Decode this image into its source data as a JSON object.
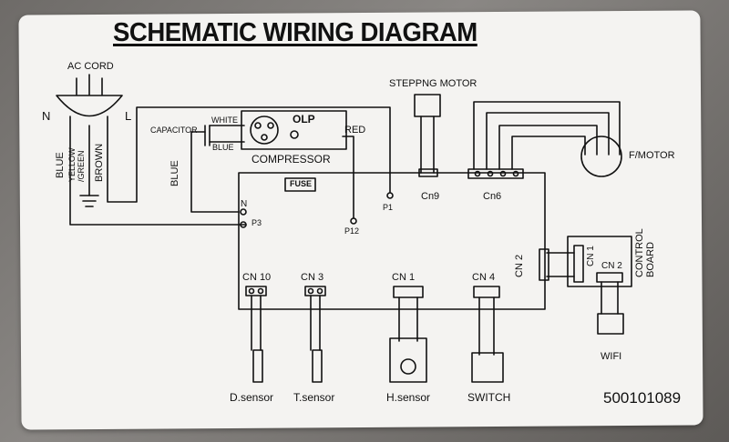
{
  "title": "SCHEMATIC WIRING DIAGRAM",
  "labels": {
    "ac_cord": "AC CORD",
    "neutral": "N",
    "live": "L",
    "blue": "BLUE",
    "yellow_green": "YELLOW\n/GREEN",
    "brown": "BROWN",
    "capacitor": "CAPACITOR",
    "white": "WHITE",
    "blue_small": "BLUE",
    "olp": "OLP",
    "red": "RED",
    "compressor": "COMPRESSOR",
    "stepping_motor": "STEPPNG MOTOR",
    "f_motor": "F/MOTOR",
    "fuse": "FUSE",
    "cn9": "Cn9",
    "cn6": "Cn6",
    "p1": "P1",
    "p12": "P12",
    "n_terminal": "N",
    "p3": "P3",
    "cn10": "CN 10",
    "cn3": "CN 3",
    "cn1": "CN 1",
    "cn4": "CN 4",
    "cn2": "CN 2",
    "control_board": "CONTROL\nBOARD",
    "cb_cn1": "CN 1",
    "cb_cn2": "CN 2",
    "wifi": "WIFI",
    "d_sensor": "D.sensor",
    "t_sensor": "T.sensor",
    "h_sensor": "H.sensor",
    "switch": "SWITCH"
  },
  "model_number": "500101089"
}
